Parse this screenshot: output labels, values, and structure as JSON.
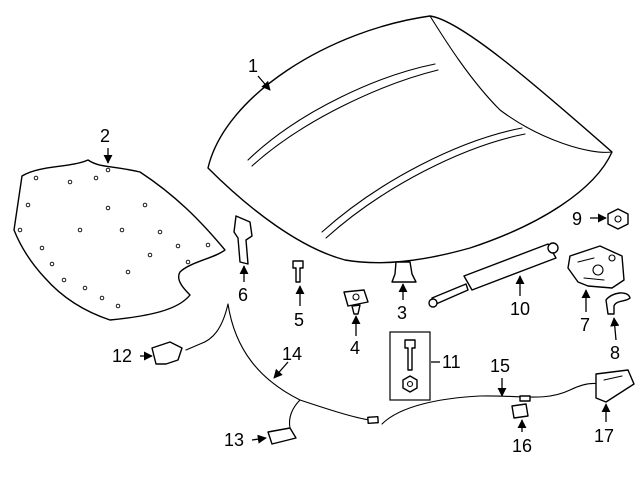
{
  "callouts": {
    "c1": "1",
    "c2": "2",
    "c3": "3",
    "c4": "4",
    "c5": "5",
    "c6": "6",
    "c7": "7",
    "c8": "8",
    "c9": "9",
    "c10": "10",
    "c11": "11",
    "c12": "12",
    "c13": "13",
    "c14": "14",
    "c15": "15",
    "c16": "16",
    "c17": "17"
  },
  "colors": {
    "line": "#000000",
    "background": "#ffffff"
  }
}
